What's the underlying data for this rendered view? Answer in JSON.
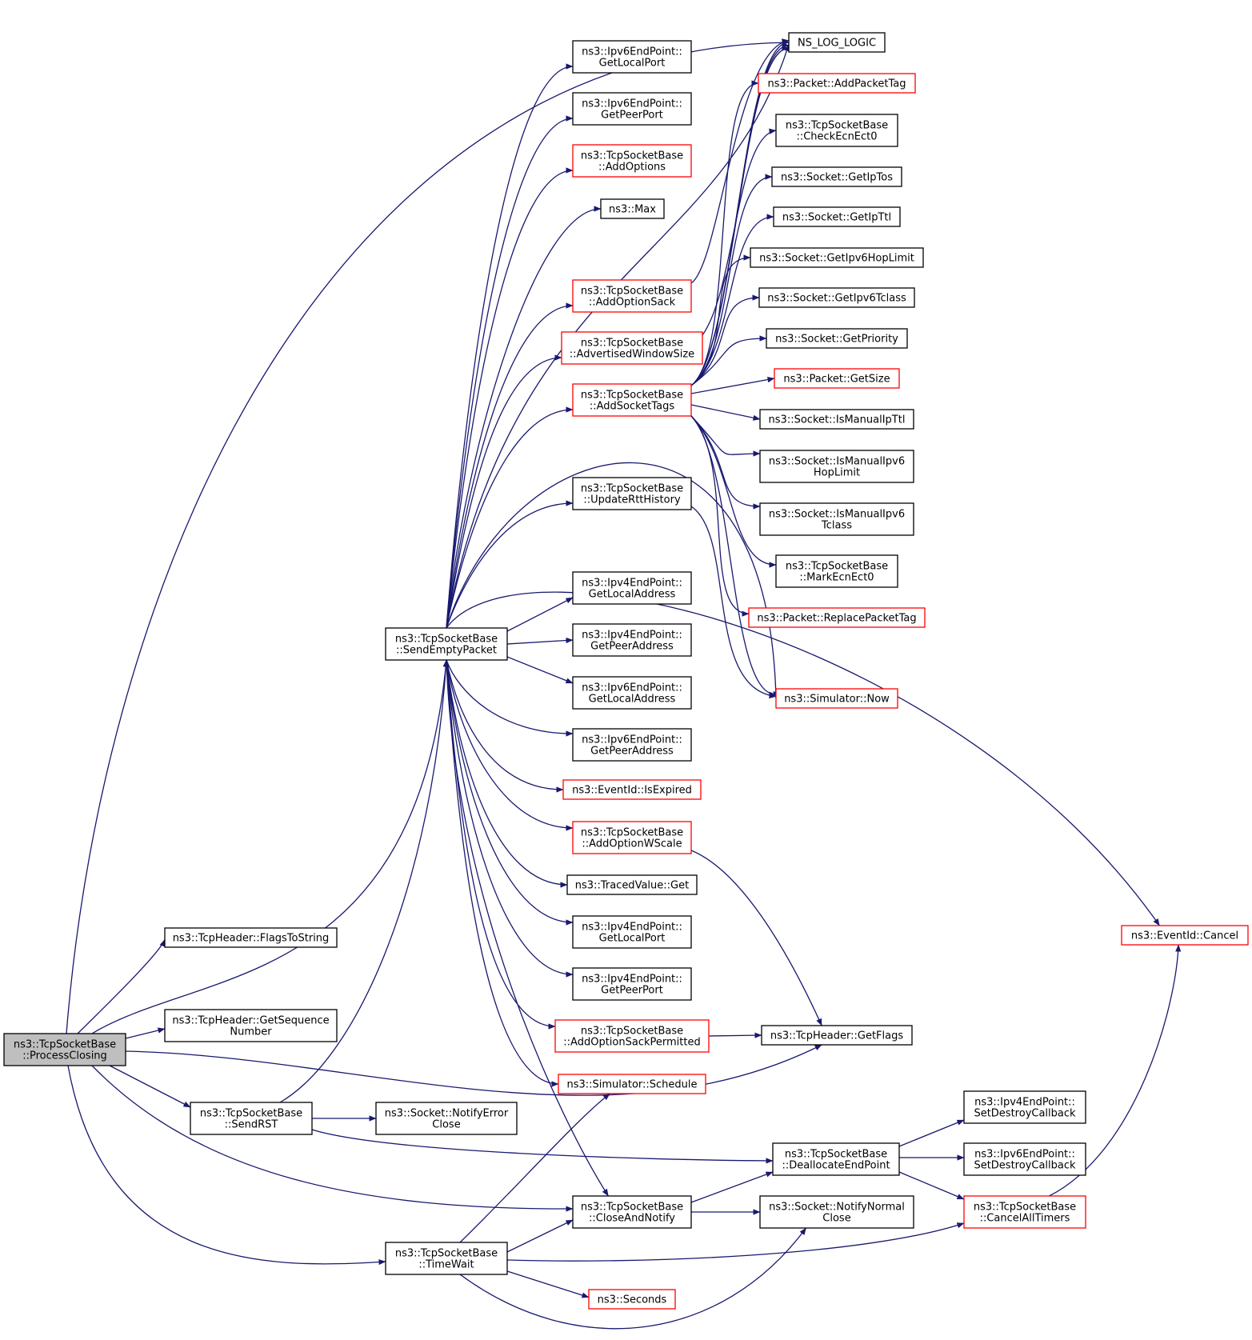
{
  "colors": {
    "edge": "#191970",
    "border_normal": "#000000",
    "border_red": "#ff0000",
    "root_fill": "#bfbfbf",
    "node_fill": "#ffffff"
  },
  "nodes": {
    "process_closing": {
      "lines": [
        "ns3::TcpSocketBase",
        "::ProcessClosing"
      ],
      "style": "root"
    },
    "flags_to_string": {
      "lines": [
        "ns3::TcpHeader::FlagsToString"
      ],
      "style": "normal"
    },
    "get_sequence_number": {
      "lines": [
        "ns3::TcpHeader::GetSequence",
        "Number"
      ],
      "style": "normal"
    },
    "send_rst": {
      "lines": [
        "ns3::TcpSocketBase",
        "::SendRST"
      ],
      "style": "normal"
    },
    "notify_error_close": {
      "lines": [
        "ns3::Socket::NotifyError",
        "Close"
      ],
      "style": "normal"
    },
    "time_wait": {
      "lines": [
        "ns3::TcpSocketBase",
        "::TimeWait"
      ],
      "style": "normal"
    },
    "send_empty_packet": {
      "lines": [
        "ns3::TcpSocketBase",
        "::SendEmptyPacket"
      ],
      "style": "normal"
    },
    "ipv6_get_local_port": {
      "lines": [
        "ns3::Ipv6EndPoint::",
        "GetLocalPort"
      ],
      "style": "normal"
    },
    "ipv6_get_peer_port": {
      "lines": [
        "ns3::Ipv6EndPoint::",
        "GetPeerPort"
      ],
      "style": "normal"
    },
    "add_options": {
      "lines": [
        "ns3::TcpSocketBase",
        "::AddOptions"
      ],
      "style": "red"
    },
    "max": {
      "lines": [
        "ns3::Max"
      ],
      "style": "normal"
    },
    "add_option_sack": {
      "lines": [
        "ns3::TcpSocketBase",
        "::AddOptionSack"
      ],
      "style": "red"
    },
    "advertised_window_size": {
      "lines": [
        "ns3::TcpSocketBase",
        "::AdvertisedWindowSize"
      ],
      "style": "red"
    },
    "add_socket_tags": {
      "lines": [
        "ns3::TcpSocketBase",
        "::AddSocketTags"
      ],
      "style": "red"
    },
    "update_rtt_history": {
      "lines": [
        "ns3::TcpSocketBase",
        "::UpdateRttHistory"
      ],
      "style": "normal"
    },
    "ipv4_get_local_address": {
      "lines": [
        "ns3::Ipv4EndPoint::",
        "GetLocalAddress"
      ],
      "style": "normal"
    },
    "ipv4_get_peer_address": {
      "lines": [
        "ns3::Ipv4EndPoint::",
        "GetPeerAddress"
      ],
      "style": "normal"
    },
    "ipv6_get_local_address": {
      "lines": [
        "ns3::Ipv6EndPoint::",
        "GetLocalAddress"
      ],
      "style": "normal"
    },
    "ipv6_get_peer_address": {
      "lines": [
        "ns3::Ipv6EndPoint::",
        "GetPeerAddress"
      ],
      "style": "normal"
    },
    "event_is_expired": {
      "lines": [
        "ns3::EventId::IsExpired"
      ],
      "style": "red"
    },
    "add_option_wscale": {
      "lines": [
        "ns3::TcpSocketBase",
        "::AddOptionWScale"
      ],
      "style": "red"
    },
    "traced_value_get": {
      "lines": [
        "ns3::TracedValue::Get"
      ],
      "style": "normal"
    },
    "ipv4_get_local_port": {
      "lines": [
        "ns3::Ipv4EndPoint::",
        "GetLocalPort"
      ],
      "style": "normal"
    },
    "ipv4_get_peer_port": {
      "lines": [
        "ns3::Ipv4EndPoint::",
        "GetPeerPort"
      ],
      "style": "normal"
    },
    "add_option_sack_permitted": {
      "lines": [
        "ns3::TcpSocketBase",
        "::AddOptionSackPermitted"
      ],
      "style": "red"
    },
    "simulator_schedule": {
      "lines": [
        "ns3::Simulator::Schedule"
      ],
      "style": "red"
    },
    "close_and_notify": {
      "lines": [
        "ns3::TcpSocketBase",
        "::CloseAndNotify"
      ],
      "style": "normal"
    },
    "seconds": {
      "lines": [
        "ns3::Seconds"
      ],
      "style": "red"
    },
    "ns_log_logic": {
      "lines": [
        "NS_LOG_LOGIC"
      ],
      "style": "normal"
    },
    "add_packet_tag": {
      "lines": [
        "ns3::Packet::AddPacketTag"
      ],
      "style": "red"
    },
    "check_ecn_ect0": {
      "lines": [
        "ns3::TcpSocketBase",
        "::CheckEcnEct0"
      ],
      "style": "normal"
    },
    "get_ip_tos": {
      "lines": [
        "ns3::Socket::GetIpTos"
      ],
      "style": "normal"
    },
    "get_ip_ttl": {
      "lines": [
        "ns3::Socket::GetIpTtl"
      ],
      "style": "normal"
    },
    "get_ipv6_hop_limit": {
      "lines": [
        "ns3::Socket::GetIpv6HopLimit"
      ],
      "style": "normal"
    },
    "get_ipv6_tclass": {
      "lines": [
        "ns3::Socket::GetIpv6Tclass"
      ],
      "style": "normal"
    },
    "get_priority": {
      "lines": [
        "ns3::Socket::GetPriority"
      ],
      "style": "normal"
    },
    "packet_get_size": {
      "lines": [
        "ns3::Packet::GetSize"
      ],
      "style": "red"
    },
    "is_manual_ip_ttl": {
      "lines": [
        "ns3::Socket::IsManualIpTtl"
      ],
      "style": "normal"
    },
    "is_manual_ipv6_hop_limit": {
      "lines": [
        "ns3::Socket::IsManualIpv6",
        "HopLimit"
      ],
      "style": "normal"
    },
    "is_manual_ipv6_tclass": {
      "lines": [
        "ns3::Socket::IsManualIpv6",
        "Tclass"
      ],
      "style": "normal"
    },
    "mark_ecn_ect0": {
      "lines": [
        "ns3::TcpSocketBase",
        "::MarkEcnEct0"
      ],
      "style": "normal"
    },
    "replace_packet_tag": {
      "lines": [
        "ns3::Packet::ReplacePacketTag"
      ],
      "style": "red"
    },
    "simulator_now": {
      "lines": [
        "ns3::Simulator::Now"
      ],
      "style": "red"
    },
    "tcp_header_get_flags": {
      "lines": [
        "ns3::TcpHeader::GetFlags"
      ],
      "style": "normal"
    },
    "deallocate_end_point": {
      "lines": [
        "ns3::TcpSocketBase",
        "::DeallocateEndPoint"
      ],
      "style": "normal"
    },
    "notify_normal_close": {
      "lines": [
        "ns3::Socket::NotifyNormal",
        "Close"
      ],
      "style": "normal"
    },
    "ipv4_set_destroy_callback": {
      "lines": [
        "ns3::Ipv4EndPoint::",
        "SetDestroyCallback"
      ],
      "style": "normal"
    },
    "ipv6_set_destroy_callback": {
      "lines": [
        "ns3::Ipv6EndPoint::",
        "SetDestroyCallback"
      ],
      "style": "normal"
    },
    "cancel_all_timers": {
      "lines": [
        "ns3::TcpSocketBase",
        "::CancelAllTimers"
      ],
      "style": "red"
    },
    "event_cancel": {
      "lines": [
        "ns3::EventId::Cancel"
      ],
      "style": "red"
    }
  }
}
